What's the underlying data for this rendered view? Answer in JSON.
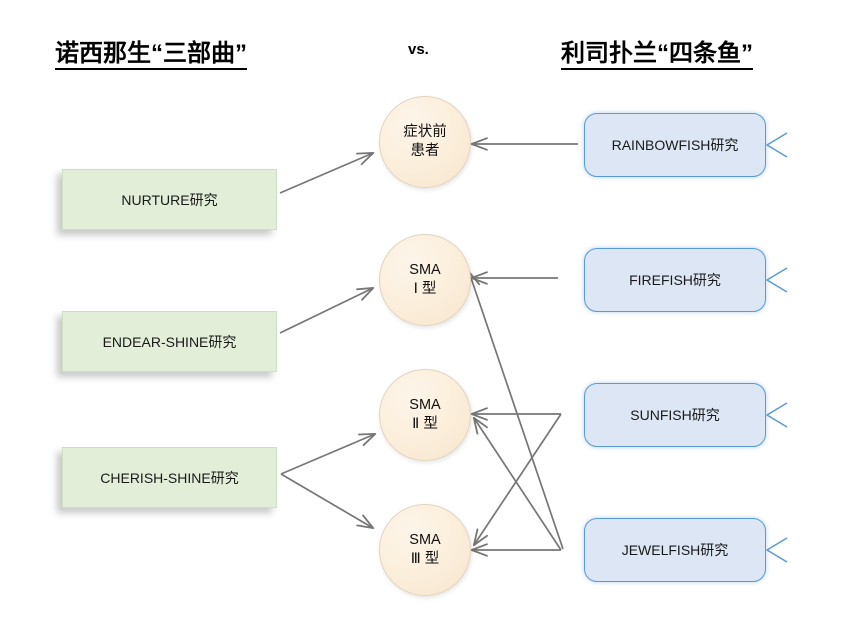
{
  "headings": {
    "left_title": "诺西那生“三部曲”",
    "vs": "vs.",
    "right_title": "利司扑兰“四条鱼”"
  },
  "left_column": {
    "items": [
      {
        "label": "NURTURE研究"
      },
      {
        "label": "ENDEAR-SHINE研究"
      },
      {
        "label": "CHERISH-SHINE研究"
      }
    ]
  },
  "center_column": {
    "items": [
      {
        "line1": "症状前",
        "line2": "患者"
      },
      {
        "line1": "SMA",
        "line2": "Ⅰ 型"
      },
      {
        "line1": "SMA",
        "line2": "Ⅱ 型"
      },
      {
        "line1": "SMA",
        "line2": "Ⅲ 型"
      }
    ]
  },
  "right_column": {
    "items": [
      {
        "label": "RAINBOWFISH研究",
        "marker": "triangle-left-icon"
      },
      {
        "label": "FIREFISH研究",
        "marker": "triangle-left-icon"
      },
      {
        "label": "SUNFISH研究",
        "marker": "triangle-left-icon"
      },
      {
        "label": "JEWELFISH研究",
        "marker": "triangle-left-icon"
      }
    ]
  },
  "colors": {
    "green_fill": "#e2eed8",
    "green_border": "#cfe0c0",
    "circle_fill": "#fbeeda",
    "circle_border": "#e3d2bc",
    "blue_fill": "#dce6f4",
    "blue_border": "#5b9bd5",
    "arrow": "#767676",
    "text": "#111111"
  },
  "connections": {
    "left_to_center": [
      {
        "from": "NURTURE研究",
        "to": "症状前患者"
      },
      {
        "from": "ENDEAR-SHINE研究",
        "to": "SMA Ⅰ 型"
      },
      {
        "from": "CHERISH-SHINE研究",
        "to": "SMA Ⅱ 型"
      },
      {
        "from": "CHERISH-SHINE研究",
        "to": "SMA Ⅲ 型"
      }
    ],
    "right_to_center": [
      {
        "from": "RAINBOWFISH研究",
        "to": "症状前患者"
      },
      {
        "from": "FIREFISH研究",
        "to": "SMA Ⅰ 型"
      },
      {
        "from": "SUNFISH研究",
        "to": "SMA Ⅱ 型"
      },
      {
        "from": "SUNFISH研究",
        "to": "SMA Ⅲ 型"
      },
      {
        "from": "JEWELFISH研究",
        "to": "SMA Ⅰ 型"
      },
      {
        "from": "JEWELFISH研究",
        "to": "SMA Ⅱ 型"
      },
      {
        "from": "JEWELFISH研究",
        "to": "SMA Ⅲ 型"
      }
    ]
  }
}
